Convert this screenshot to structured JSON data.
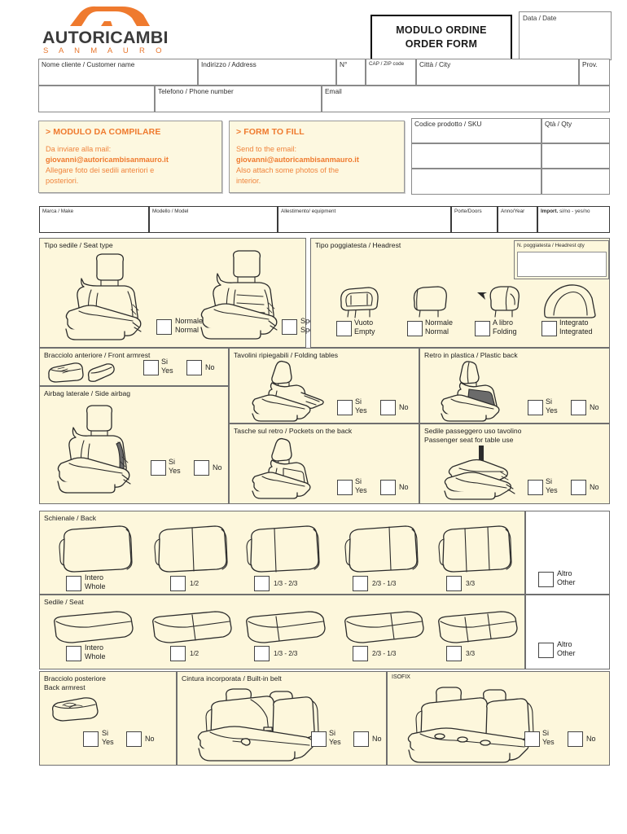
{
  "brand": {
    "name": "AUTORICAMBI",
    "subtitle": "S A N   M A U R O",
    "logo_icon": "asm-car-logo",
    "accent_color": "#ef7a2e"
  },
  "title_box": {
    "line1": "MODULO ORDINE",
    "line2": "ORDER FORM"
  },
  "date_box": {
    "label": "Data / Date",
    "value": ""
  },
  "customer": {
    "name_label": "Nome cliente / Customer name",
    "name_value": "",
    "address_label": "Indirizzo / Address",
    "address_value": "",
    "number_label": "N°",
    "number_value": "",
    "zip_label": "CAP / ZIP code",
    "zip_value": "",
    "city_label": "Città / City",
    "city_value": "",
    "prov_label": "Prov.",
    "prov_value": "",
    "phone_label": "Telefono / Phone number",
    "phone_value": "",
    "email_label": "Email",
    "email_value": ""
  },
  "instructions_it": {
    "header": "> MODULO DA COMPILARE",
    "line1": "Da inviare alla mail:",
    "email": "giovanni@autoricambisanmauro.it",
    "line2": "Allegare foto dei sedili anteriori e",
    "line3": "posteriori."
  },
  "instructions_en": {
    "header": "> FORM TO FILL",
    "line1": "Send to the email:",
    "email": "giovanni@autoricambisanmauro.it",
    "line2": "Also attach some photos of the",
    "line3": "interior."
  },
  "sku_table": {
    "col_sku": "Codice prodotto / SKU",
    "col_qty": "Qtà / Qty",
    "rows": [
      {
        "sku": "",
        "qty": ""
      },
      {
        "sku": "",
        "qty": ""
      }
    ]
  },
  "vehicle": {
    "make_label": "Marca / Make",
    "make_value": "",
    "model_label": "Modello / Model",
    "model_value": "",
    "equipment_label": "Allestimento/ equipment",
    "equipment_value": "",
    "doors_label": "Porte/Doors",
    "doors_value": "",
    "year_label": "Anno/Year",
    "year_value": "",
    "import_label_bold": "Import.",
    "import_label_rest": " si/no - yes/no",
    "import_value": ""
  },
  "seat_type": {
    "title": "Tipo sedile / Seat type",
    "options": [
      {
        "icon": "normal-seat-icon",
        "it": "Normale",
        "en": "Normal",
        "checked": false
      },
      {
        "icon": "sport-seat-icon",
        "it": "Sportivo",
        "en": "Sport",
        "checked": false
      }
    ]
  },
  "headrest": {
    "title": "Tipo poggiatesta / Headrest",
    "qty_label": "N. poggiatesta / Headrest qty",
    "qty_value": "",
    "options": [
      {
        "icon": "empty-headrest-icon",
        "it": "Vuoto",
        "en": "Empty",
        "checked": false
      },
      {
        "icon": "normal-headrest-icon",
        "it": "Normale",
        "en": "Normal",
        "checked": false
      },
      {
        "icon": "folding-headrest-icon",
        "it": "A libro",
        "en": "Folding",
        "checked": false
      },
      {
        "icon": "integrated-headrest-icon",
        "it": "Integrato",
        "en": "Integrated",
        "checked": false
      }
    ]
  },
  "yes_no": {
    "yes_it": "Si",
    "yes_en": "Yes",
    "no": "No"
  },
  "front_armrest": {
    "title": "Bracciolo anteriore / Front armrest",
    "icon": "armrest-icon"
  },
  "side_airbag": {
    "title": "Airbag laterale / Side airbag",
    "icon": "side-airbag-seat-icon"
  },
  "folding_tables": {
    "title": "Tavolini ripiegabili / Folding tables",
    "icon": "folding-table-seat-icon"
  },
  "back_pockets": {
    "title": "Tasche sul retro / Pockets on the back",
    "icon": "seat-back-pocket-icon"
  },
  "plastic_back": {
    "title": "Retro in plastica / Plastic back",
    "icon": "plastic-back-seat-icon"
  },
  "passenger_table": {
    "title_it": "Sedile passeggero uso tavolino",
    "title_en": "Passenger seat for table use",
    "icon": "folded-passenger-seat-icon"
  },
  "backrest_split": {
    "title": "Schienale / Back",
    "options": [
      {
        "icon": "backrest-whole-icon",
        "it": "Intero",
        "en": "Whole",
        "checked": false
      },
      {
        "icon": "backrest-half-icon",
        "label": "1/2",
        "checked": false
      },
      {
        "icon": "backrest-third-two-icon",
        "label": "1/3 - 2/3",
        "checked": false
      },
      {
        "icon": "backrest-two-third-icon",
        "label": "2/3 - 1/3",
        "checked": false
      },
      {
        "icon": "backrest-thirds-icon",
        "label": "3/3",
        "checked": false
      }
    ],
    "other": {
      "it": "Altro",
      "en": "Other",
      "checked": false
    }
  },
  "seat_split": {
    "title": "Sedile / Seat",
    "options": [
      {
        "icon": "seat-whole-icon",
        "it": "Intero",
        "en": "Whole",
        "checked": false
      },
      {
        "icon": "seat-half-icon",
        "label": "1/2",
        "checked": false
      },
      {
        "icon": "seat-third-two-icon",
        "label": "1/3 - 2/3",
        "checked": false
      },
      {
        "icon": "seat-two-third-icon",
        "label": "2/3 - 1/3",
        "checked": false
      },
      {
        "icon": "seat-thirds-icon",
        "label": "3/3",
        "checked": false
      }
    ],
    "other": {
      "it": "Altro",
      "en": "Other",
      "checked": false
    }
  },
  "back_armrest": {
    "title_it": "Bracciolo posteriore",
    "title_en": "Back armrest",
    "icon": "rear-armrest-icon"
  },
  "builtin_belt": {
    "title": "Cintura incorporata / Built-in belt",
    "icon": "rear-bench-belt-icon"
  },
  "isofix": {
    "title": "ISOFIX",
    "icon": "rear-bench-isofix-icon"
  }
}
